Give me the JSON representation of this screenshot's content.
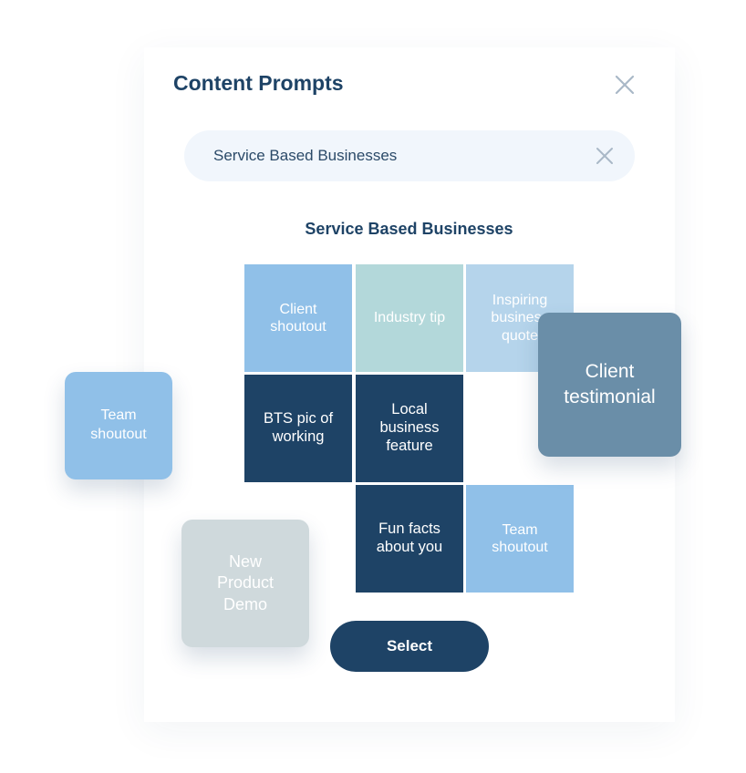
{
  "header": {
    "title": "Content Prompts",
    "close_icon": "close-icon"
  },
  "search": {
    "value": "Service Based Businesses",
    "clear_icon": "clear-icon"
  },
  "section": {
    "heading": "Service Based Businesses"
  },
  "tiles": [
    {
      "label": "Client shoutout",
      "color": "#90c0e8"
    },
    {
      "label": "Industry tip",
      "color": "#b3d8da"
    },
    {
      "label": "Inspiring business quote",
      "color": "#b5d4eb"
    },
    {
      "label": "BTS pic of working",
      "color": "#1e4366"
    },
    {
      "label": "Local business feature",
      "color": "#1e4366"
    },
    {
      "label": "Fun facts about you",
      "color": "#1e4366"
    },
    {
      "label": "Team shoutout",
      "color": "#90c0e8"
    }
  ],
  "floating_cards": {
    "team_shoutout": {
      "label": "Team shoutout",
      "color": "#90c0e8"
    },
    "client_testimonial": {
      "label": "Client testimonial",
      "color": "#6a8ea8"
    },
    "new_product_demo": {
      "label": "New Product Demo",
      "color": "#cfd9dc"
    }
  },
  "actions": {
    "select_label": "Select"
  },
  "colors": {
    "primary": "#1e4366",
    "search_bg": "#f1f6fc"
  }
}
